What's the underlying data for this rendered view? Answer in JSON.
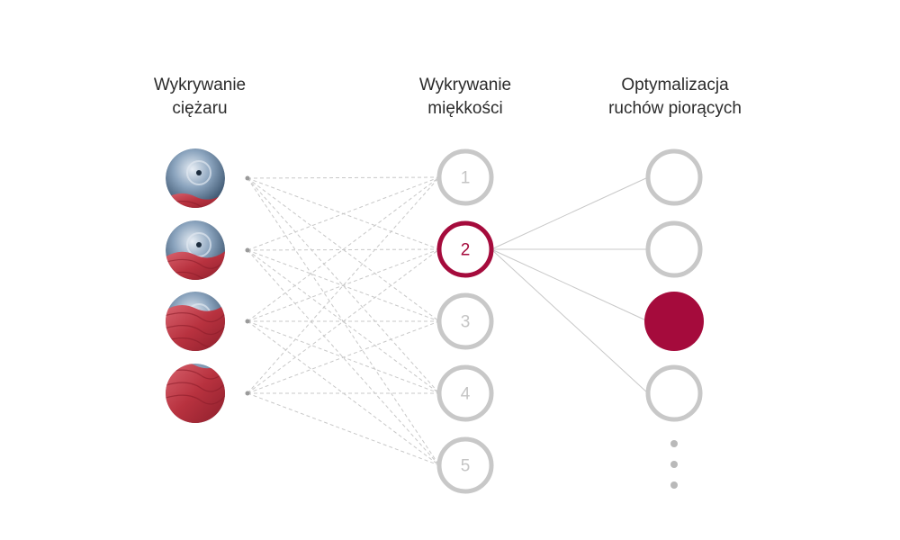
{
  "columns": [
    {
      "key": "weight",
      "lines": [
        "Wykrywanie",
        "ciężaru"
      ]
    },
    {
      "key": "softness",
      "lines": [
        "Wykrywanie",
        "miękkości"
      ]
    },
    {
      "key": "motion",
      "lines": [
        "Optymalizacja",
        "ruchów piorących"
      ]
    }
  ],
  "weight_levels": [
    {
      "name": "load-level-1-icon",
      "fabric_fill": 0.22
    },
    {
      "name": "load-level-2-icon",
      "fabric_fill": 0.45
    },
    {
      "name": "load-level-3-icon",
      "fabric_fill": 0.75
    },
    {
      "name": "load-level-4-icon",
      "fabric_fill": 1.0
    }
  ],
  "softness_levels": [
    "1",
    "2",
    "3",
    "4",
    "5"
  ],
  "selected_softness": "2",
  "motion_options": [
    {
      "selected": false
    },
    {
      "selected": false
    },
    {
      "selected": true
    },
    {
      "selected": false
    }
  ],
  "more_indicator": "more-options-ellipsis",
  "colors": {
    "accent": "#a50b3c",
    "node_border": "#c8c8c8",
    "node_label": "#c4c4c4",
    "connector": "#c8c8c8",
    "heading": "#2b2b2b",
    "fabric": "#c3414f",
    "drum": "#5f7f9e"
  }
}
